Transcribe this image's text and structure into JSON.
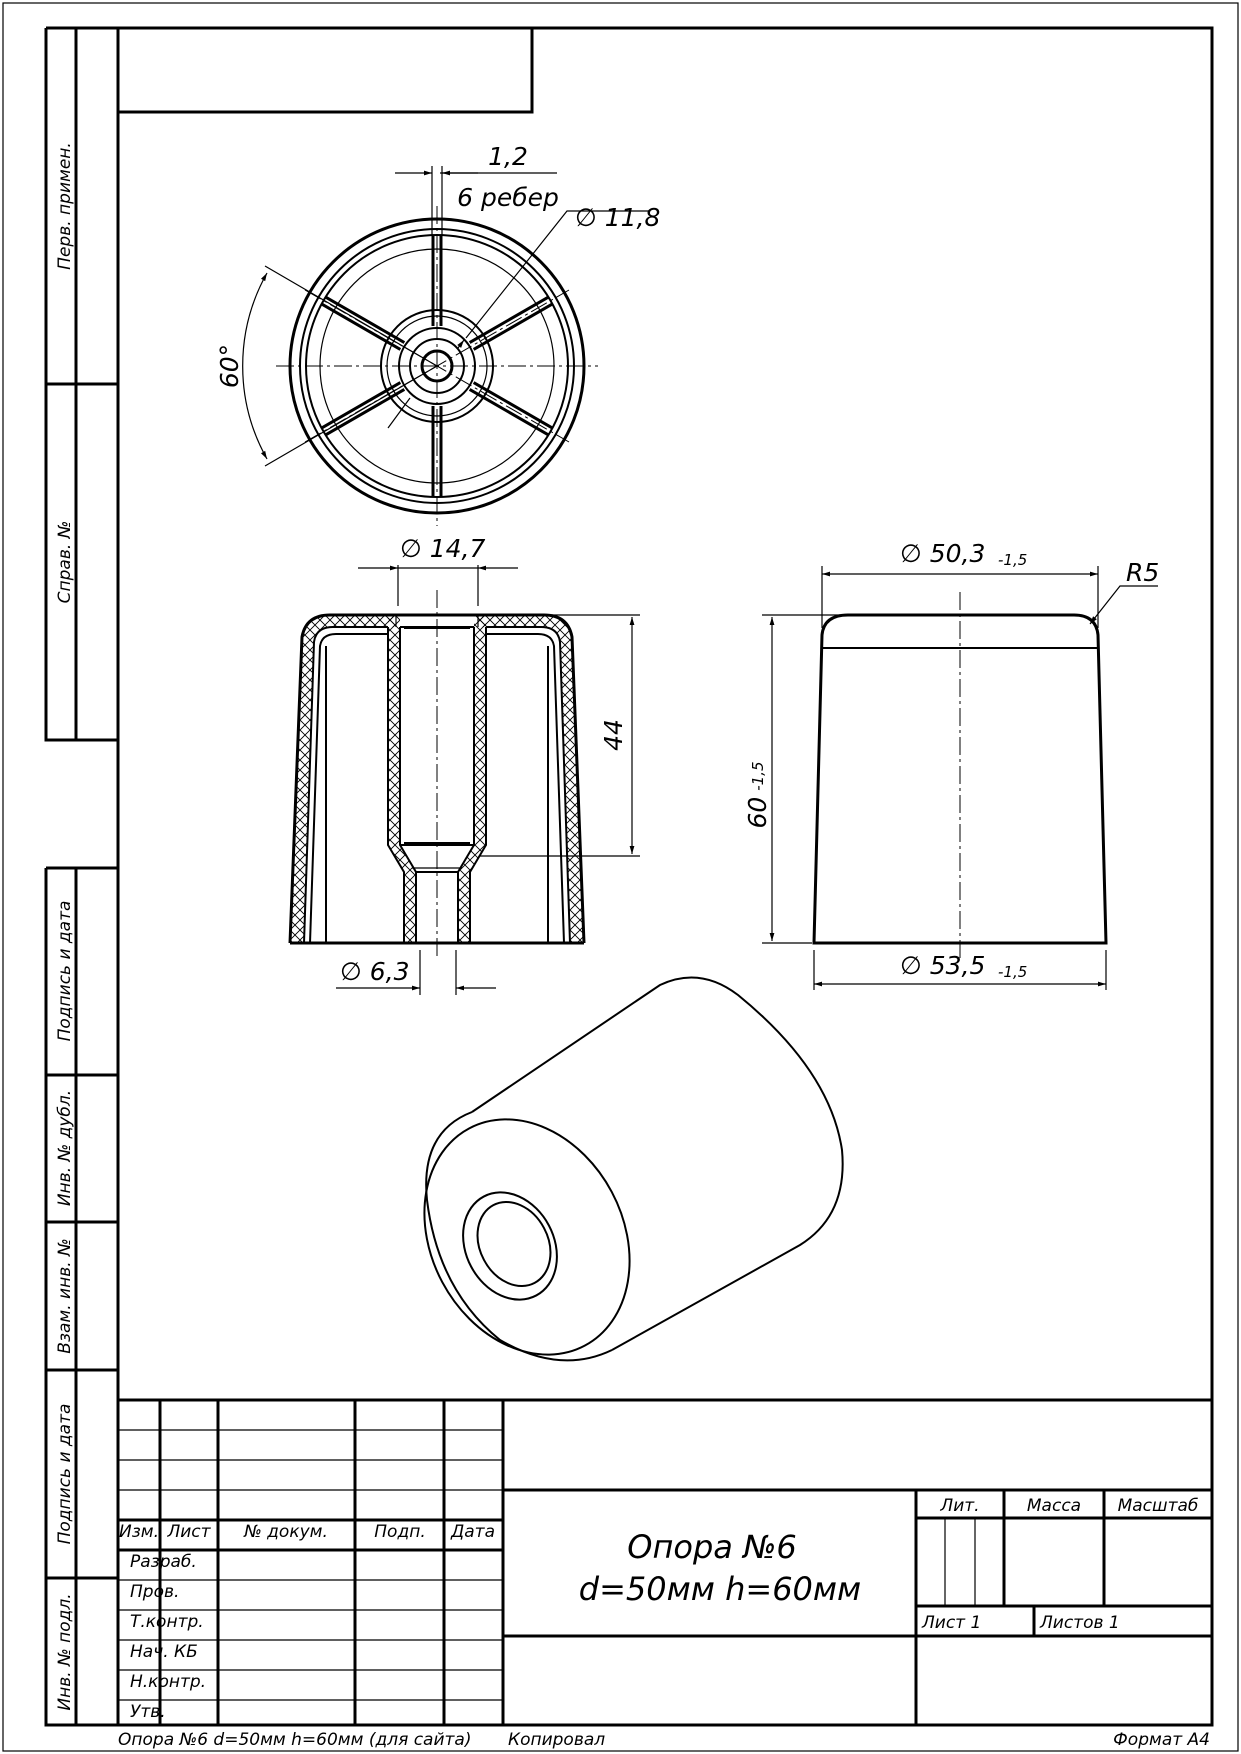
{
  "side_labels": {
    "perv_primen": "Перв. примен.",
    "sprav_no": "Справ. №",
    "podpis_data_1": "Подпись и дата",
    "inv_dubl": "Инв. № дубл.",
    "vzam_inv": "Взам. инв. №",
    "podpis_data_2": "Подпись и дата",
    "inv_podl": "Инв. № подл."
  },
  "dimensions": {
    "rib_thickness": "1,2",
    "ribs_count": "6 ребер",
    "hub_diameter": "11,8",
    "angle": "60°",
    "inner_diameter": "14,7",
    "depth": "44",
    "hole_diameter": "6,3",
    "top_diameter": "50,3",
    "top_tolerance": "-1,5",
    "fillet_radius": "R5",
    "height": "60",
    "height_tolerance": "-1,5",
    "bottom_diameter": "53,5",
    "bottom_tolerance": "-1,5"
  },
  "title_block": {
    "headers": [
      "Изм.",
      "Лист",
      "№ докум.",
      "Подп.",
      "Дата"
    ],
    "roles": [
      "Разраб.",
      "Пров.",
      "Т.контр.",
      "Нач. КБ",
      "Н.контр.",
      "Утв."
    ],
    "title_line1": "Опора №6",
    "title_line2": "d=50мм h=60мм",
    "lit_label": "Лит.",
    "mass_label": "Масса",
    "scale_label": "Масштаб",
    "sheet_label": "Лист 1",
    "sheets_label": "Листов 1"
  },
  "footer": {
    "name": "Опора №6 d=50мм h=60мм (для сайта)",
    "copied": "Копировал",
    "format": "Формат A4"
  }
}
